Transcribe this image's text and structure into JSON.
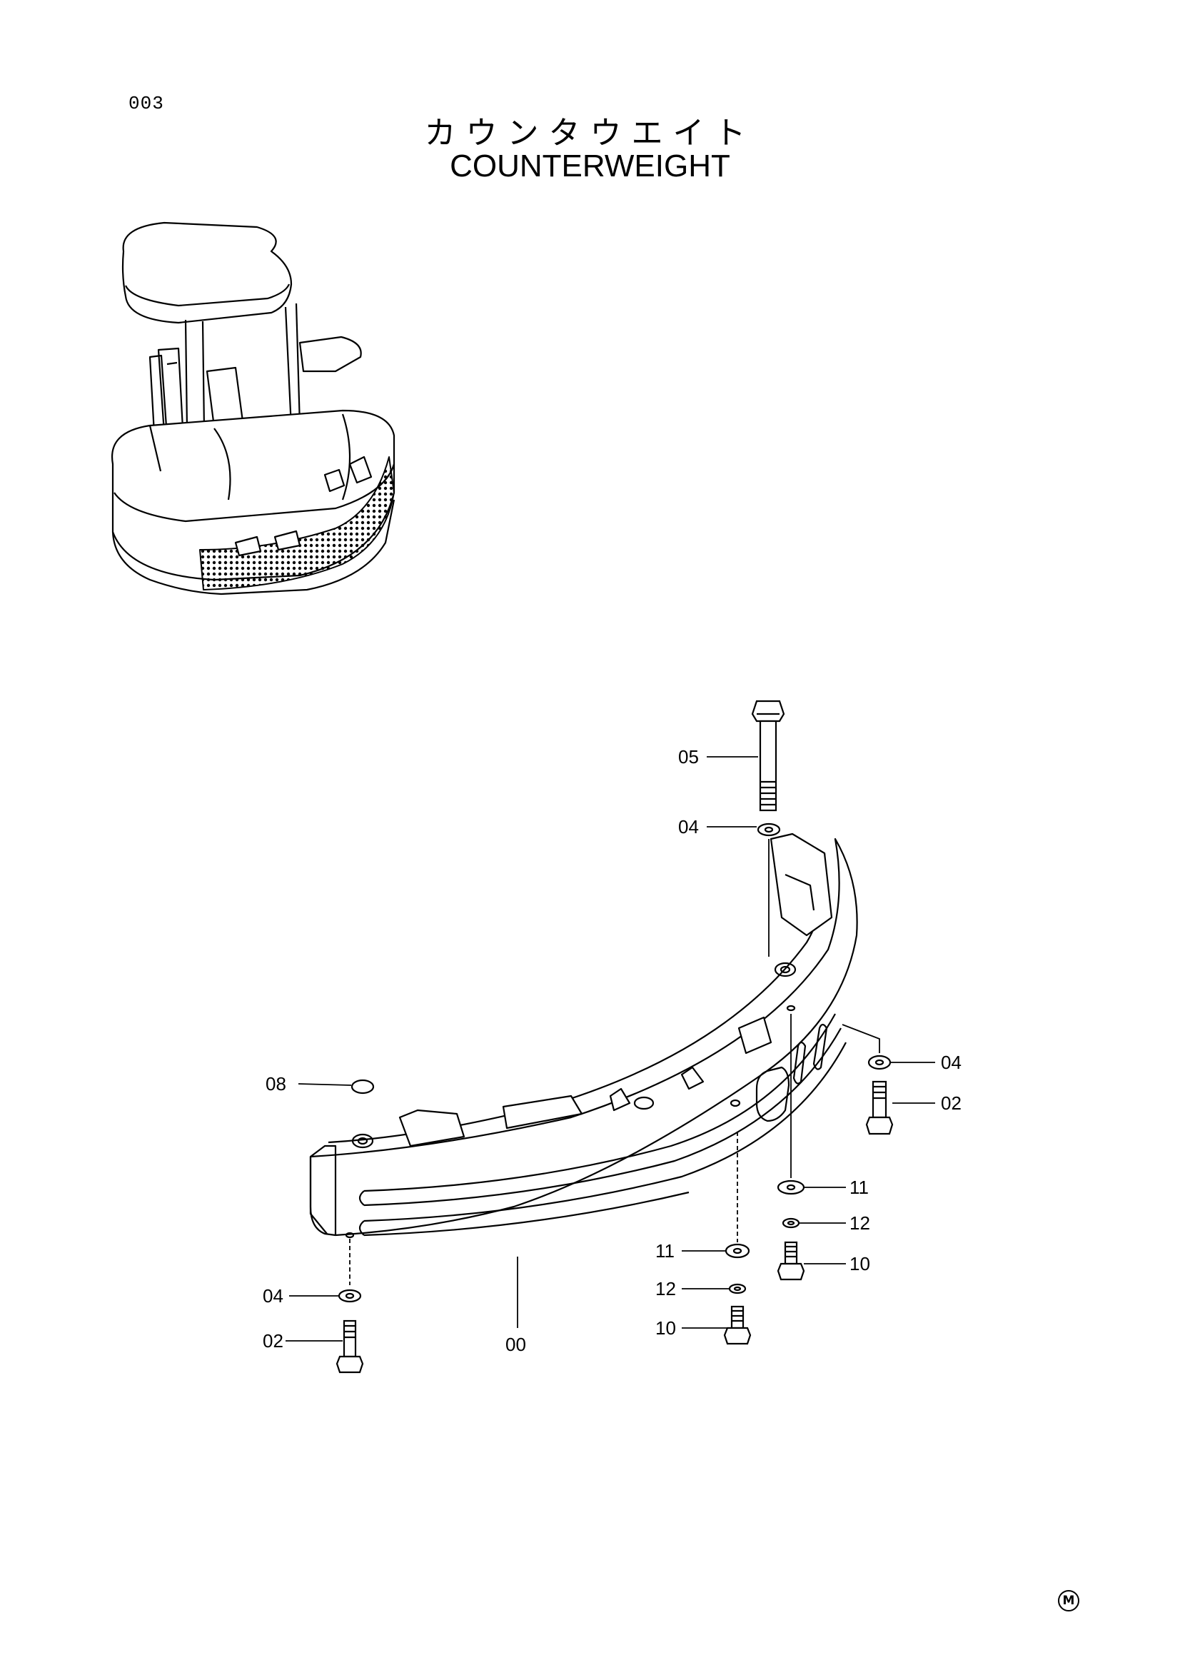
{
  "page": {
    "number": "003",
    "title_jp": "カウンタウエイト",
    "title_en": "COUNTERWEIGHT",
    "mark": "M"
  },
  "callouts": [
    {
      "id": "05",
      "label": "05"
    },
    {
      "id": "04a",
      "label": "04"
    },
    {
      "id": "04b",
      "label": "04"
    },
    {
      "id": "02a",
      "label": "02"
    },
    {
      "id": "08",
      "label": "08"
    },
    {
      "id": "11a",
      "label": "11"
    },
    {
      "id": "12a",
      "label": "12"
    },
    {
      "id": "10a",
      "label": "10"
    },
    {
      "id": "11b",
      "label": "11"
    },
    {
      "id": "12b",
      "label": "12"
    },
    {
      "id": "10b",
      "label": "10"
    },
    {
      "id": "04c",
      "label": "04"
    },
    {
      "id": "02b",
      "label": "02"
    },
    {
      "id": "00",
      "label": "00"
    }
  ]
}
